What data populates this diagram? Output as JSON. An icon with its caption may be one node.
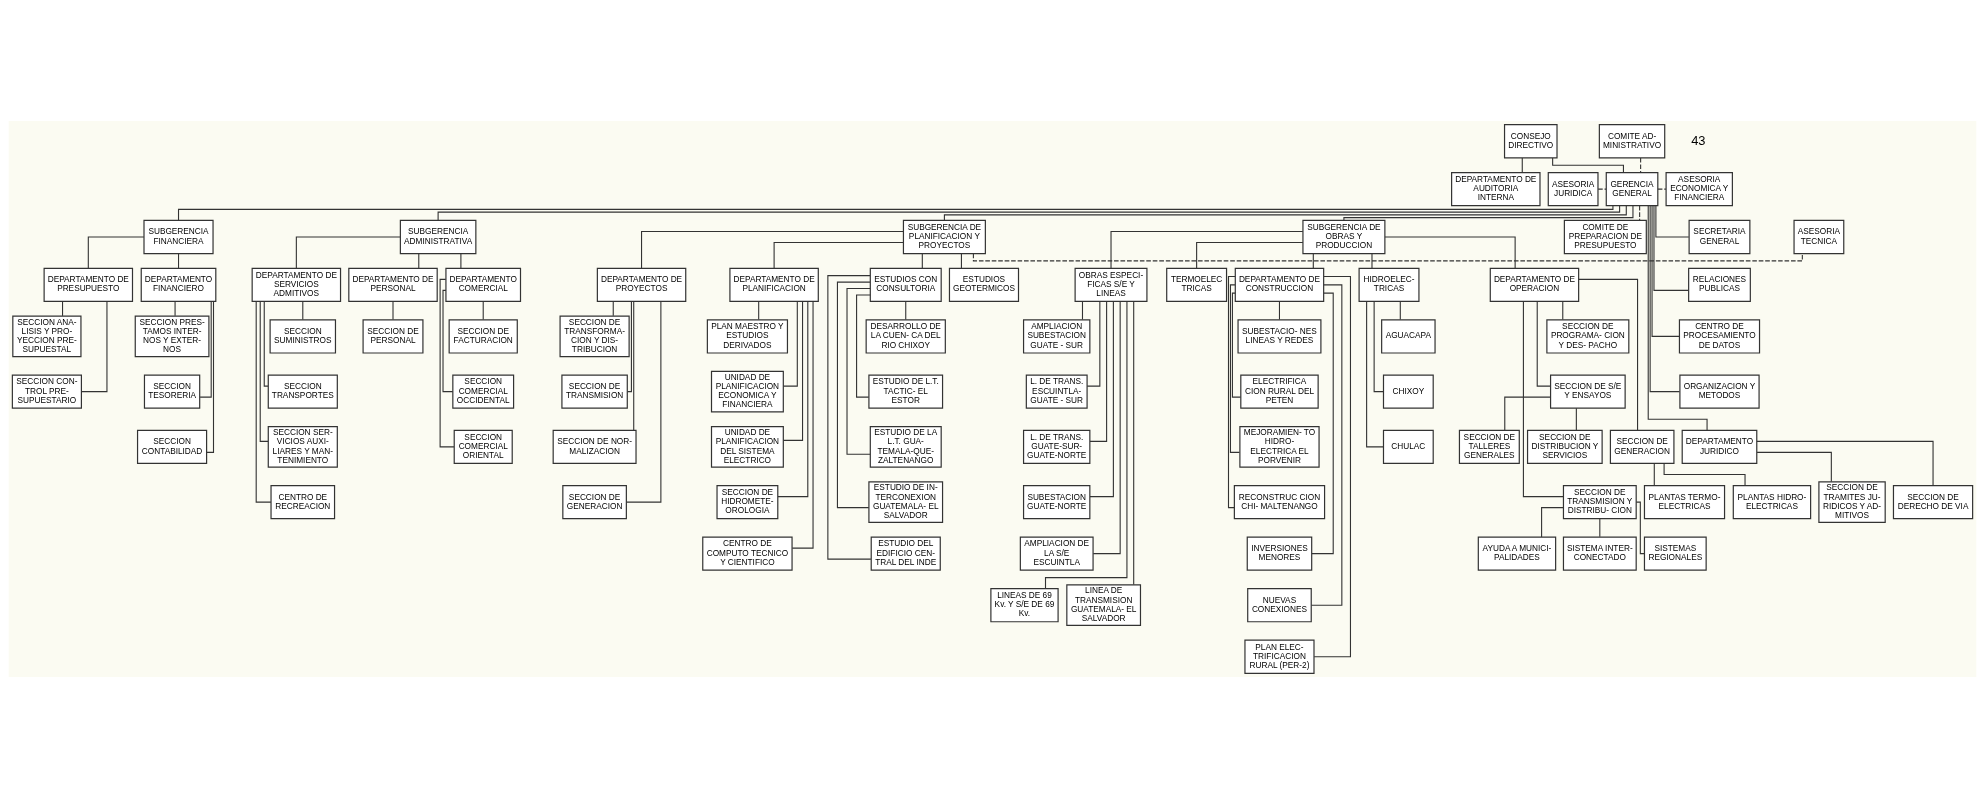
{
  "diagram": {
    "nodes": [
      {
        "text": [
          "CONSEJO DIRECTIVO"
        ]
      },
      {
        "text": [
          "DEPARTAMENTO DE AUDITORIA INTERNA"
        ]
      },
      {
        "text": [
          "ASESORIA JURIDICA"
        ]
      },
      {
        "text": [
          "GERENCIA GENERAL"
        ]
      },
      {
        "text": [
          "ASESORIA ECONOMICA Y FINANCIERA"
        ]
      },
      {
        "text": [
          "COMITE AD- MINISTRATIVO"
        ]
      },
      {
        "text": [
          "COMITE DE PREPARACION DE PRESUPUESTO"
        ]
      },
      {
        "text": [
          "SUBGERENCIA FINANCIERA"
        ]
      },
      {
        "text": [
          "SUBGERENCIA ADMINISTRATIVA"
        ]
      },
      {
        "text": [
          "SECRETARIA GENERAL"
        ]
      },
      {
        "text": [
          "SUBGERENCIA DE PLANIFICACION Y PROYECTOS"
        ]
      },
      {
        "text": [
          "ASESORIA TECNICA"
        ]
      },
      {
        "text": [
          "SUBGERENCIA DE OBRAS Y PRODUCCION"
        ]
      },
      {
        "text": [
          "DEPARTAMENTO DE PRESUPUESTO"
        ]
      },
      {
        "text": [
          "DEPARTAMENTO FINANCIERO"
        ]
      },
      {
        "text": [
          "SECCION ANA- LISIS Y PRO- YECCION PRE- SUPUESTAL"
        ]
      },
      {
        "text": [
          "SECCION CON- TROL PRE- SUPUESTARIO"
        ]
      },
      {
        "text": [
          "SECCION PRES- TAMOS INTER- NOS Y EXTER- NOS"
        ]
      },
      {
        "text": [
          "SECCION TESORERIA"
        ]
      },
      {
        "text": [
          "SECCION CONTABILIDAD"
        ]
      },
      {
        "text": [
          "DEPARTAMENTO DE SERVICIOS ADMITIVOS"
        ]
      },
      {
        "text": [
          "DEPARTAMENTO DE PERSONAL"
        ]
      },
      {
        "text": [
          "DEPARTAMENTO COMERCIAL"
        ]
      },
      {
        "text": [
          "SECCION SUMINISTROS"
        ]
      },
      {
        "text": [
          "SECCION TRANSPORTES"
        ]
      },
      {
        "text": [
          "SECCION SER- VICIOS AUXI- LIARES Y MAN- TENIMIENTO"
        ]
      },
      {
        "text": [
          "CENTRO DE RECREACION"
        ]
      },
      {
        "text": [
          "SECCION DE PERSONAL"
        ]
      },
      {
        "text": [
          "SECCION DE FACTURACION"
        ]
      },
      {
        "text": [
          "SECCION COMERCIAL OCCIDENTAL"
        ]
      },
      {
        "text": [
          "SECCION COMERCIAL ORIENTAL"
        ]
      },
      {
        "text": [
          "RELACIONES PUBLICAS"
        ]
      },
      {
        "text": [
          "CENTRO DE PROCESAMIENTO DE DATOS"
        ]
      },
      {
        "text": [
          "ORGANIZACION Y METODOS"
        ]
      },
      {
        "text": [
          "DEPARTAMENTO JURIDICO"
        ]
      },
      {
        "text": [
          "SECCION DE DERECHO DE VIA"
        ]
      },
      {
        "text": [
          "SECCION DE TRAMITES JU- RIDICOS Y AD- MITIVOS"
        ]
      },
      {
        "text": [
          "ESTUDIOS CON CONSULTORIA"
        ]
      },
      {
        "text": [
          "ESTUDIOS GEOTERMICOS"
        ]
      },
      {
        "text": [
          "DEPARTAMENTO DE PROYECTOS"
        ]
      },
      {
        "text": [
          "DEPARTAMENTO DE PLANIFICACION"
        ]
      },
      {
        "text": [
          "DESARROLLO DE LA CUEN- CA DEL RIO CHIXOY"
        ]
      },
      {
        "text": [
          "ESTUDIO DE L.T. TACTIC- EL ESTOR"
        ]
      },
      {
        "text": [
          "ESTUDIO DE LA L.T. GUA- TEMALA-QUE- ZALTENANGO"
        ]
      },
      {
        "text": [
          "ESTUDIO DE IN- TERCONEXION GUATEMALA- EL SALVADOR"
        ]
      },
      {
        "text": [
          "ESTUDIO DEL EDIFICIO CEN- TRAL DEL INDE"
        ]
      },
      {
        "text": [
          "SECCION DE TRANSFORMA- CION Y DIS- TRIBUCION"
        ]
      },
      {
        "text": [
          "SECCION DE TRANSMISION"
        ]
      },
      {
        "text": [
          "SECCION DE NOR- MALIZACION"
        ]
      },
      {
        "text": [
          "SECCION DE GENERACION"
        ]
      },
      {
        "text": [
          "PLAN MAESTRO Y ESTUDIOS DERIVADOS"
        ]
      },
      {
        "text": [
          "UNIDAD DE PLANIFICACION ECONOMICA Y FINANCIERA"
        ]
      },
      {
        "text": [
          "UNIDAD DE PLANIFICACION DEL SISTEMA ELECTRICO"
        ]
      },
      {
        "text": [
          "SECCION DE HIDROMETE- OROLOGIA"
        ]
      },
      {
        "text": [
          "CENTRO DE COMPUTO TECNICO Y CIENTIFICO"
        ]
      },
      {
        "text": [
          "OBRAS ESPECI- FICAS S/E Y LINEAS"
        ]
      },
      {
        "text": [
          "HIDROELEC- TRICAS"
        ]
      },
      {
        "text": [
          "DEPARTAMENTO DE OPERACION"
        ]
      },
      {
        "text": [
          "TERMOELEC TRICAS"
        ]
      },
      {
        "text": [
          "DEPARTAMENTO DE CONSTRUCCION"
        ]
      },
      {
        "text": [
          "AMPLIACION SUBESTACION GUATE - SUR"
        ]
      },
      {
        "text": [
          "L. DE TRANS. ESCUINTLA- GUATE - SUR"
        ]
      },
      {
        "text": [
          "L. DE TRANS. GUATE-SUR- GUATE-NORTE"
        ]
      },
      {
        "text": [
          "SUBESTACION GUATE-NORTE"
        ]
      },
      {
        "text": [
          "AMPLIACION DE LA S/E ESCUINTLA"
        ]
      },
      {
        "text": [
          "LINEAS DE 69 Kv. Y S/E DE 69 Kv."
        ]
      },
      {
        "text": [
          "LINEA DE TRANSMISION GUATEMALA- EL SALVADOR"
        ]
      },
      {
        "text": [
          "AGUACAPA"
        ]
      },
      {
        "text": [
          "CHIXOY"
        ]
      },
      {
        "text": [
          "CHULAC"
        ]
      },
      {
        "text": [
          "SECCION DE PROGRAMA- CION Y DES- PACHO"
        ]
      },
      {
        "text": [
          "SECCION DE S/E Y ENSAYOS"
        ]
      },
      {
        "text": [
          "SECCION DE TALLERES GENERALES"
        ]
      },
      {
        "text": [
          "SECCION DE DISTRIBUCION Y SERVICIOS"
        ]
      },
      {
        "text": [
          "SECCION DE GENERACION"
        ]
      },
      {
        "text": [
          "PLANTAS HIDRO- ELECTRICAS"
        ]
      },
      {
        "text": [
          "PLANTAS TERMO- ELECTRICAS"
        ]
      },
      {
        "text": [
          "SECCION DE TRANSMISION Y DISTRIBU- CION"
        ]
      },
      {
        "text": [
          "SISTEMA INTER- CONECTADO"
        ]
      },
      {
        "text": [
          "SISTEMAS REGIONALES"
        ]
      },
      {
        "text": [
          "AYUDA A MUNICI- PALIDADES"
        ]
      },
      {
        "text": [
          "SUBESTACIO- NES LINEAS Y REDES"
        ]
      },
      {
        "text": [
          "ELECTRIFICA CION RURAL DEL PETEN"
        ]
      },
      {
        "text": [
          "MEJORAMIEN- TO HIDRO- ELECTRICA EL PORVENIR"
        ]
      },
      {
        "text": [
          "RECONSTRUC CION CHI- MALTENANGO"
        ]
      },
      {
        "text": [
          "INVERSIONES MENORES"
        ]
      },
      {
        "text": [
          "NUEVAS CONEXIONES"
        ]
      },
      {
        "text": [
          "PLAN ELEC- TRIFICACION RURAL (PER-2)"
        ]
      }
    ],
    "edges": [
      {
        "from": 0,
        "to": 3,
        "arrow": "none"
      },
      {
        "from": 0,
        "to": 1,
        "arrow": "none"
      },
      {
        "from": 2,
        "to": 3,
        "arrow": "none",
        "style": "dashed"
      },
      {
        "from": 3,
        "to": 4,
        "arrow": "none",
        "style": "dashed"
      },
      {
        "from": 5,
        "to": 3,
        "arrow": "none",
        "style": "dashed"
      },
      {
        "from": 3,
        "to": 6,
        "arrow": "none",
        "style": "dashed"
      },
      {
        "from": 3,
        "to": 7,
        "arrow": "none"
      },
      {
        "from": 3,
        "to": 8,
        "arrow": "none"
      },
      {
        "from": 3,
        "to": 9,
        "arrow": "none"
      },
      {
        "from": 3,
        "to": 31,
        "arrow": "none"
      },
      {
        "from": 3,
        "to": 32,
        "arrow": "none"
      },
      {
        "from": 3,
        "to": 33,
        "arrow": "none"
      },
      {
        "from": 3,
        "to": 34,
        "arrow": "none"
      },
      {
        "from": 3,
        "to": 10,
        "arrow": "none"
      },
      {
        "from": 3,
        "to": 12,
        "arrow": "none"
      },
      {
        "from": 10,
        "to": 11,
        "arrow": "none",
        "style": "dashed"
      },
      {
        "from": 7,
        "to": 13,
        "arrow": "none"
      },
      {
        "from": 7,
        "to": 14,
        "arrow": "none"
      },
      {
        "from": 13,
        "to": 15,
        "arrow": "none"
      },
      {
        "from": 13,
        "to": 16,
        "arrow": "none"
      },
      {
        "from": 14,
        "to": 17,
        "arrow": "none"
      },
      {
        "from": 14,
        "to": 18,
        "arrow": "none"
      },
      {
        "from": 14,
        "to": 19,
        "arrow": "none"
      },
      {
        "from": 8,
        "to": 20,
        "arrow": "none"
      },
      {
        "from": 8,
        "to": 21,
        "arrow": "none"
      },
      {
        "from": 8,
        "to": 22,
        "arrow": "none"
      },
      {
        "from": 20,
        "to": 23,
        "arrow": "none"
      },
      {
        "from": 20,
        "to": 24,
        "arrow": "none"
      },
      {
        "from": 20,
        "to": 25,
        "arrow": "none"
      },
      {
        "from": 20,
        "to": 26,
        "arrow": "none"
      },
      {
        "from": 21,
        "to": 27,
        "arrow": "none"
      },
      {
        "from": 22,
        "to": 28,
        "arrow": "none"
      },
      {
        "from": 22,
        "to": 29,
        "arrow": "none"
      },
      {
        "from": 22,
        "to": 30,
        "arrow": "none"
      },
      {
        "from": 34,
        "to": 35,
        "arrow": "none"
      },
      {
        "from": 34,
        "to": 36,
        "arrow": "none"
      },
      {
        "from": 10,
        "to": 37,
        "arrow": "none"
      },
      {
        "from": 10,
        "to": 38,
        "arrow": "none"
      },
      {
        "from": 10,
        "to": 39,
        "arrow": "none"
      },
      {
        "from": 10,
        "to": 40,
        "arrow": "none"
      },
      {
        "from": 37,
        "to": 41,
        "arrow": "none"
      },
      {
        "from": 37,
        "to": 42,
        "arrow": "none"
      },
      {
        "from": 37,
        "to": 43,
        "arrow": "none"
      },
      {
        "from": 37,
        "to": 44,
        "arrow": "none"
      },
      {
        "from": 37,
        "to": 45,
        "arrow": "none"
      },
      {
        "from": 39,
        "to": 46,
        "arrow": "none"
      },
      {
        "from": 39,
        "to": 47,
        "arrow": "none"
      },
      {
        "from": 39,
        "to": 48,
        "arrow": "none"
      },
      {
        "from": 39,
        "to": 49,
        "arrow": "none"
      },
      {
        "from": 40,
        "to": 50,
        "arrow": "none"
      },
      {
        "from": 40,
        "to": 51,
        "arrow": "none"
      },
      {
        "from": 40,
        "to": 52,
        "arrow": "none"
      },
      {
        "from": 40,
        "to": 53,
        "arrow": "none"
      },
      {
        "from": 40,
        "to": 54,
        "arrow": "none"
      },
      {
        "from": 12,
        "to": 55,
        "arrow": "none"
      },
      {
        "from": 12,
        "to": 56,
        "arrow": "none"
      },
      {
        "from": 12,
        "to": 57,
        "arrow": "none"
      },
      {
        "from": 12,
        "to": 58,
        "arrow": "none"
      },
      {
        "from": 12,
        "to": 59,
        "arrow": "none"
      },
      {
        "from": 55,
        "to": 60,
        "arrow": "none"
      },
      {
        "from": 55,
        "to": 61,
        "arrow": "none"
      },
      {
        "from": 55,
        "to": 62,
        "arrow": "none"
      },
      {
        "from": 55,
        "to": 63,
        "arrow": "none"
      },
      {
        "from": 55,
        "to": 64,
        "arrow": "none"
      },
      {
        "from": 55,
        "to": 65,
        "arrow": "none"
      },
      {
        "from": 55,
        "to": 66,
        "arrow": "none"
      },
      {
        "from": 56,
        "to": 67,
        "arrow": "none"
      },
      {
        "from": 56,
        "to": 68,
        "arrow": "none"
      },
      {
        "from": 56,
        "to": 69,
        "arrow": "none"
      },
      {
        "from": 57,
        "to": 70,
        "arrow": "none"
      },
      {
        "from": 57,
        "to": 71,
        "arrow": "none"
      },
      {
        "from": 57,
        "to": 74,
        "arrow": "none"
      },
      {
        "from": 57,
        "to": 77,
        "arrow": "none"
      },
      {
        "from": 71,
        "to": 72,
        "arrow": "none"
      },
      {
        "from": 71,
        "to": 73,
        "arrow": "none"
      },
      {
        "from": 74,
        "to": 75,
        "arrow": "none"
      },
      {
        "from": 74,
        "to": 76,
        "arrow": "none"
      },
      {
        "from": 77,
        "to": 78,
        "arrow": "none"
      },
      {
        "from": 77,
        "to": 79,
        "arrow": "none"
      },
      {
        "from": 77,
        "to": 80,
        "arrow": "none"
      },
      {
        "from": 59,
        "to": 81,
        "arrow": "none"
      },
      {
        "from": 59,
        "to": 82,
        "arrow": "none"
      },
      {
        "from": 59,
        "to": 83,
        "arrow": "none"
      },
      {
        "from": 59,
        "to": 84,
        "arrow": "none"
      },
      {
        "from": 59,
        "to": 85,
        "arrow": "none"
      },
      {
        "from": 59,
        "to": 86,
        "arrow": "none"
      },
      {
        "from": 59,
        "to": 87,
        "arrow": "none"
      }
    ],
    "labels": [
      "43"
    ]
  }
}
